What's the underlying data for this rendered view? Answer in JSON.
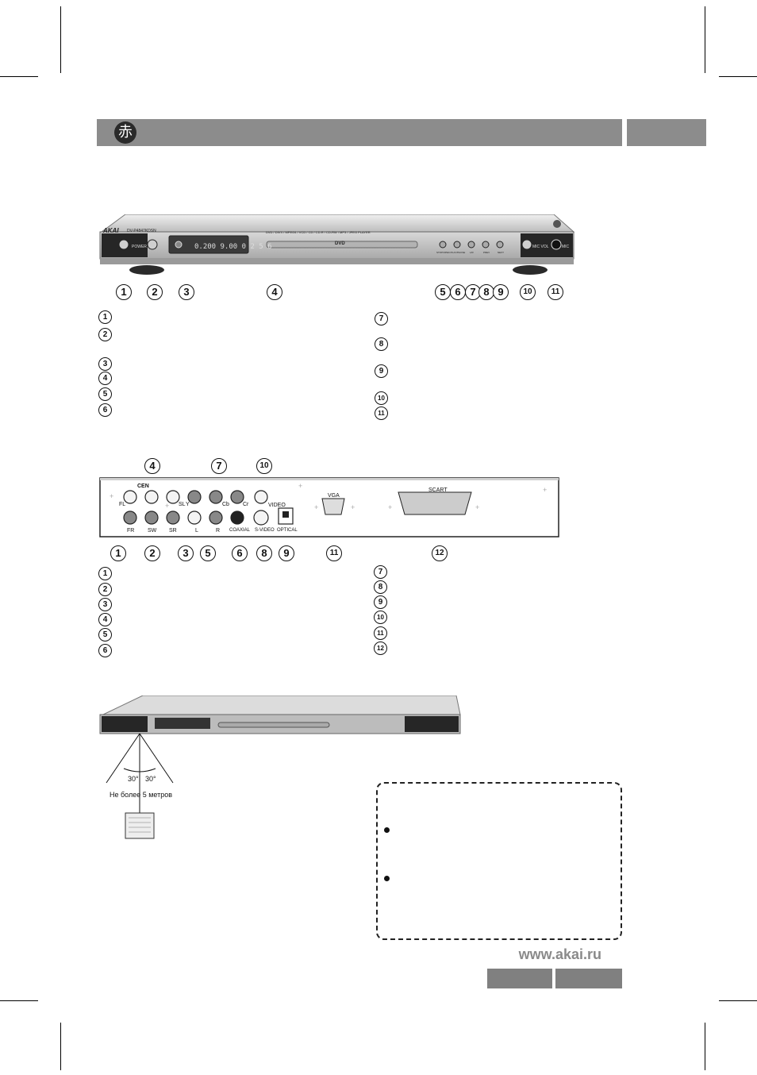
{
  "header": {
    "logo_glyph": "赤"
  },
  "front_panel": {
    "brand": "AKAI",
    "model": "DV-P4847KDSN",
    "formats": "DVD / DIVX / MPEG4 / VCD / CD / CD-R / CD-RW / MP3 / JPEG PLAYER",
    "display": "0.200 9.00 0 2 5 6",
    "disc_logo": "DVD",
    "power_label": "POWER",
    "button_labels": [
      "STOP/OPEN",
      "PLAY/PAUSE",
      "L/R",
      "PREV",
      "NEXT"
    ],
    "mic_vol_label": "MIC VOL",
    "mic_label": "MIC",
    "callouts": [
      "1",
      "2",
      "3",
      "4",
      "5",
      "6",
      "7",
      "8",
      "9",
      "10",
      "11"
    ],
    "legend_left": [
      "1",
      "2",
      "3",
      "4",
      "5",
      "6"
    ],
    "legend_right": [
      "7",
      "8",
      "9",
      "10",
      "11"
    ]
  },
  "rear_panel": {
    "jacks": {
      "cen": "CEN",
      "fl": "FL",
      "fr": "FR",
      "sw": "SW",
      "sl": "SL",
      "sr": "SR",
      "y": "Y",
      "cb": "Cb",
      "cr": "Cr",
      "video": "VIDEO",
      "l": "L",
      "r": "R",
      "coaxial": "COAXIAL",
      "svideo": "S-VIDEO",
      "optical": "OPTICAL",
      "vga": "VGA",
      "scart": "SCART"
    },
    "callouts_top": [
      "4",
      "7",
      "10"
    ],
    "callouts_bottom": [
      "1",
      "2",
      "3",
      "5",
      "6",
      "8",
      "9",
      "11",
      "12"
    ],
    "legend_left": [
      "1",
      "2",
      "3",
      "4",
      "5",
      "6"
    ],
    "legend_right": [
      "7",
      "8",
      "9",
      "10",
      "11",
      "12"
    ]
  },
  "remote_diagram": {
    "angle_left": "30°",
    "angle_right": "30°",
    "distance": "Не более 5 метров"
  },
  "footer": {
    "url": "www.akai.ru"
  }
}
